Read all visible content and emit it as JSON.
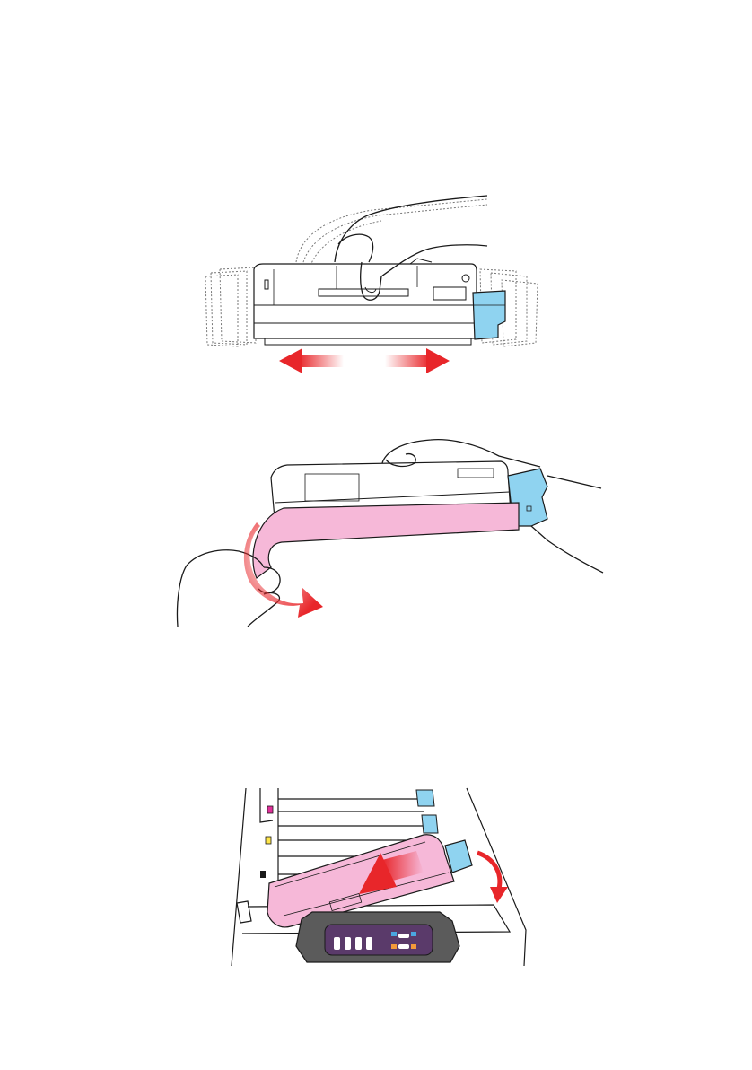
{
  "page": {
    "colors": {
      "cyan": "#8fd3f0",
      "magenta": "#f6b8d8",
      "red_arrow": "#e8262a",
      "panel_purple": "#5a3a6a",
      "line": "#1a1a1a"
    }
  },
  "figures": [
    {
      "id": "shake-cartridge",
      "icons": [
        "hand-icon",
        "toner-cartridge-icon",
        "left-arrow-icon",
        "right-arrow-icon"
      ]
    },
    {
      "id": "remove-tape",
      "icons": [
        "hand-icon",
        "toner-cartridge-icon",
        "pink-tape-strip",
        "pull-arrow-icon"
      ]
    },
    {
      "id": "install-cartridge",
      "icons": [
        "printer-icon",
        "toner-cartridge-icon",
        "insert-arrow-icon",
        "rotate-arrow-icon",
        "control-panel-icon"
      ]
    }
  ]
}
